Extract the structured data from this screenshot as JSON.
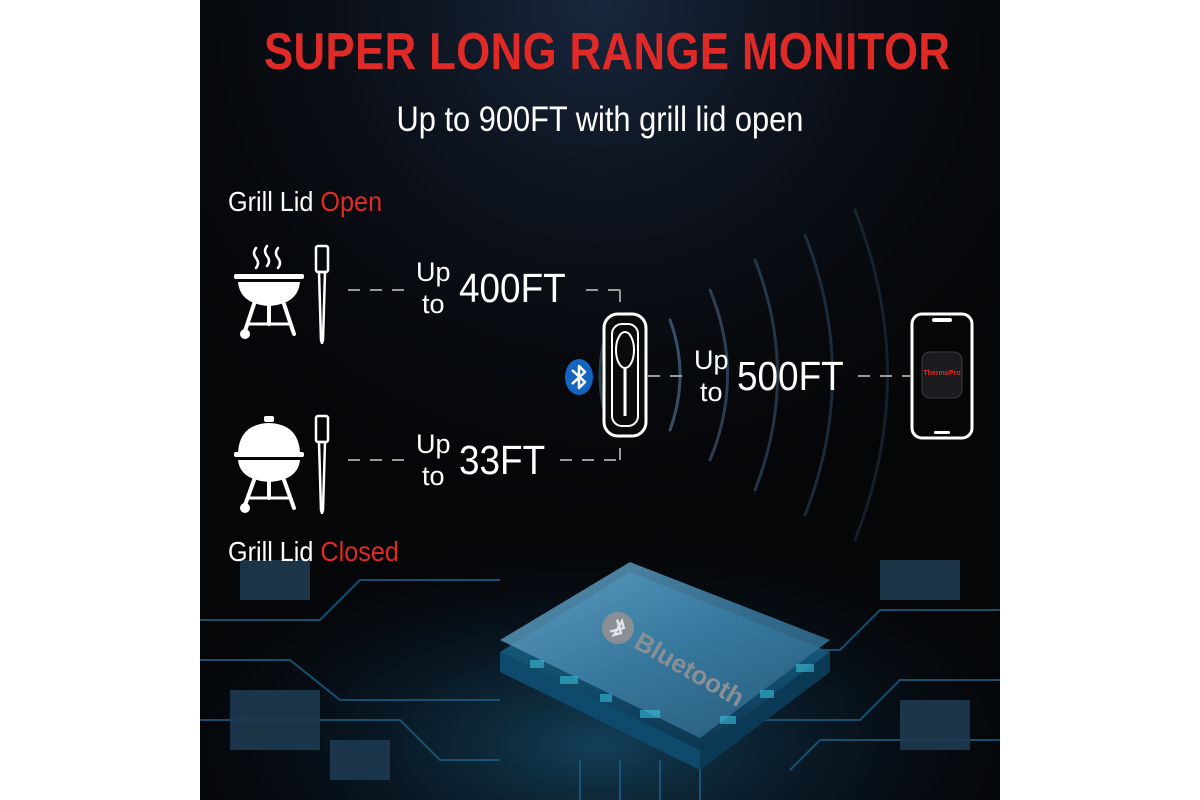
{
  "poster": {
    "title": "SUPER LONG RANGE MONITOR",
    "subtitle": "Up to 900FT with grill lid open",
    "lid_open": {
      "prefix": "Grill Lid",
      "state": "Open"
    },
    "lid_closed": {
      "prefix": "Grill Lid",
      "state": "Closed"
    },
    "range_open": {
      "up": "Up",
      "to": "to",
      "value": "400FT"
    },
    "range_closed": {
      "up": "Up",
      "to": "to",
      "value": "33FT"
    },
    "range_phone": {
      "up": "Up",
      "to": "to",
      "value": "500FT"
    },
    "app_logo": "ThermoPro",
    "chip_label": "Bluetooth",
    "colors": {
      "accent": "#e02a27",
      "bluetooth": "#1565c0",
      "background": "#050608"
    }
  }
}
